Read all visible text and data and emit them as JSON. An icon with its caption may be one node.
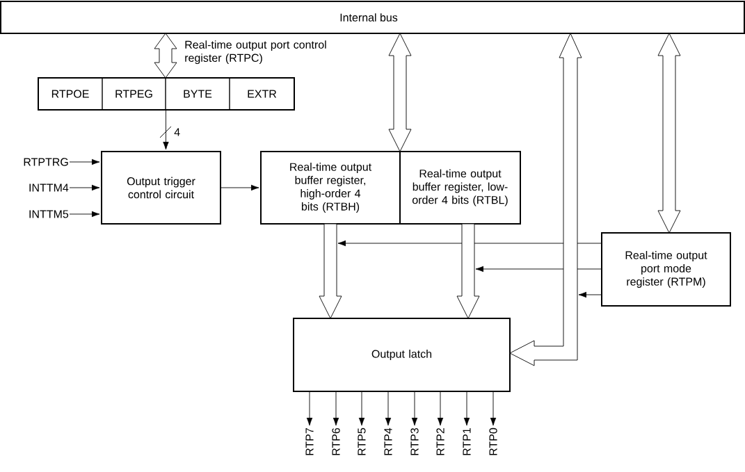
{
  "diagram": {
    "nodes": [
      {
        "text": [
          "Internal bus"
        ]
      },
      {
        "text": [
          "Real-time output port control register (RTPC)"
        ]
      },
      {
        "text": [
          "RTPOE"
        ],
        "in": 1
      },
      {
        "text": [
          "RTPEG"
        ],
        "in": 1
      },
      {
        "text": [
          "BYTE"
        ],
        "in": 1
      },
      {
        "text": [
          "EXTR"
        ],
        "in": 1
      },
      {
        "text": [
          "RTPTRG"
        ]
      },
      {
        "text": [
          "INTTM4"
        ]
      },
      {
        "text": [
          "INTTM5"
        ]
      },
      {
        "text": [
          "Output trigger control circuit"
        ]
      },
      {
        "text": [
          "Real-time output buffer register, high-order 4 bits (RTBH)"
        ]
      },
      {
        "text": [
          "Real-time output buffer register, low-order 4 bits (RTBL)"
        ]
      },
      {
        "text": [
          "Real-time output port mode register (RTPM)"
        ]
      },
      {
        "text": [
          "Output latch"
        ]
      },
      {
        "text": [
          "RTP7"
        ]
      },
      {
        "text": [
          "RTP6"
        ]
      },
      {
        "text": [
          "RTP5"
        ]
      },
      {
        "text": [
          "RTP4"
        ]
      },
      {
        "text": [
          "RTP3"
        ]
      },
      {
        "text": [
          "RTP2"
        ]
      },
      {
        "text": [
          "RTP1"
        ]
      },
      {
        "text": [
          "RTP0"
        ]
      }
    ],
    "edges": [
      {
        "from": 0,
        "to": 1,
        "arrow": "both",
        "style": "thick"
      },
      {
        "from": 1,
        "to": 9,
        "arrow": "to",
        "label": "4"
      },
      {
        "from": 6,
        "to": 9,
        "arrow": "to"
      },
      {
        "from": 7,
        "to": 9,
        "arrow": "to"
      },
      {
        "from": 8,
        "to": 9,
        "arrow": "to"
      },
      {
        "from": 9,
        "to": 10,
        "arrow": "to"
      },
      {
        "from": 0,
        "to": 10,
        "arrow": "both",
        "style": "thick"
      },
      {
        "from": 0,
        "to": 13,
        "arrow": "both",
        "style": "thick"
      },
      {
        "from": 0,
        "to": 12,
        "arrow": "both",
        "style": "thick"
      },
      {
        "from": 10,
        "to": 13,
        "arrow": "to",
        "style": "thick"
      },
      {
        "from": 11,
        "to": 13,
        "arrow": "to",
        "style": "thick"
      },
      {
        "from": 12,
        "to": null,
        "arrow": "to"
      },
      {
        "from": 12,
        "to": null,
        "arrow": "to"
      },
      {
        "from": 12,
        "to": null,
        "arrow": "to"
      },
      {
        "from": 13,
        "to": 14,
        "arrow": "to"
      },
      {
        "from": 13,
        "to": 15,
        "arrow": "to"
      },
      {
        "from": 13,
        "to": 16,
        "arrow": "to"
      },
      {
        "from": 13,
        "to": 17,
        "arrow": "to"
      },
      {
        "from": 13,
        "to": 18,
        "arrow": "to"
      },
      {
        "from": 13,
        "to": 19,
        "arrow": "to"
      },
      {
        "from": 13,
        "to": 20,
        "arrow": "to"
      },
      {
        "from": 13,
        "to": 21,
        "arrow": "to"
      }
    ]
  }
}
